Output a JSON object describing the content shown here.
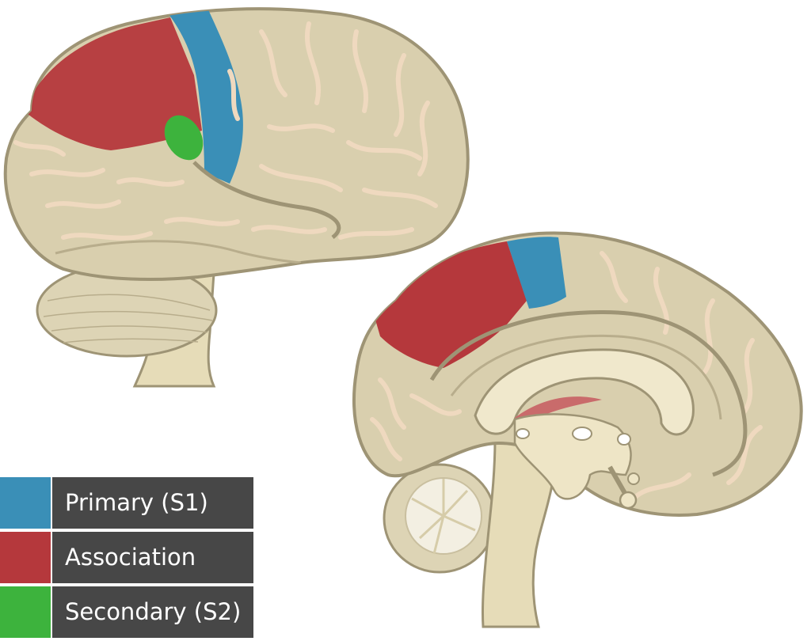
{
  "legend": [
    {
      "label": "Primary (S1)",
      "color": "#3a8fb7"
    },
    {
      "label": "Association",
      "color": "#b5383c"
    },
    {
      "label": "Secondary (S2)",
      "color": "#3db33d"
    }
  ],
  "colors": {
    "cortex": "#d9cfae",
    "cortex_outline": "#9e9475",
    "sulcus": "#efd9bf",
    "white_matter": "#f0e8cc",
    "fornix_red": "#c96b6b",
    "brainstem": "#e6dcb8",
    "cerebellum": "#ddd4b5"
  }
}
